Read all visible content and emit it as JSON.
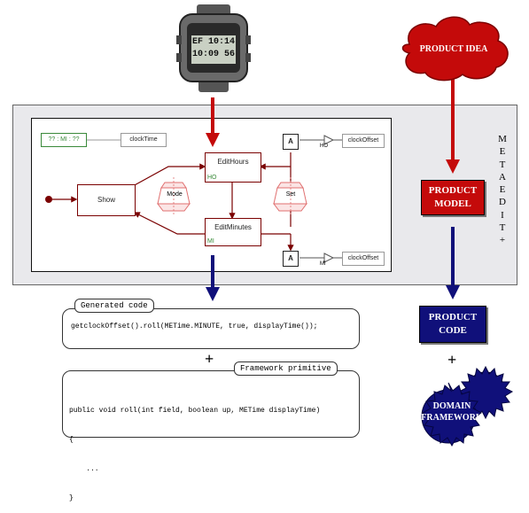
{
  "product_idea": "PRODUCT IDEA",
  "product_model": [
    "PRODUCT",
    "MODEL"
  ],
  "product_code": [
    "PRODUCT",
    "CODE"
  ],
  "domain_framework": [
    "DOMAIN",
    "FRAMEWORK"
  ],
  "metaedit_letters": [
    "M",
    "E",
    "T",
    "A",
    "E",
    "D",
    "I",
    "T",
    "+"
  ],
  "diagram": {
    "clock_time": "clockTime",
    "time_field": "?? : MI : ??",
    "show": "Show",
    "edit_hours": "EditHours",
    "edit_minutes": "EditMinutes",
    "mode": "Mode",
    "set": "Set",
    "ho": "HO",
    "mi": "MI",
    "a_top": "A",
    "a_bottom": "A",
    "clock_offset_top": "clockOffset",
    "clock_offset_bottom": "clockOffset",
    "port_top": "HO",
    "port_bottom": "MI"
  },
  "watch": {
    "line1": "EF 10:14",
    "line2": "10:09 56"
  },
  "generated_code": {
    "title": "Generated code",
    "line": "getclockOffset().roll(METime.MINUTE, true, displayTime());"
  },
  "plus_left": "+",
  "plus_right": "+",
  "framework_primitive": {
    "title": "Framework primitive",
    "lines": [
      "public void roll(int field, boolean up, METime displayTime)",
      "{",
      "    ...",
      "}"
    ]
  },
  "colors": {
    "red": "#c40a0a",
    "blue": "#10107a",
    "panel": "#e9e9ec",
    "green": "#3a8a3a"
  }
}
